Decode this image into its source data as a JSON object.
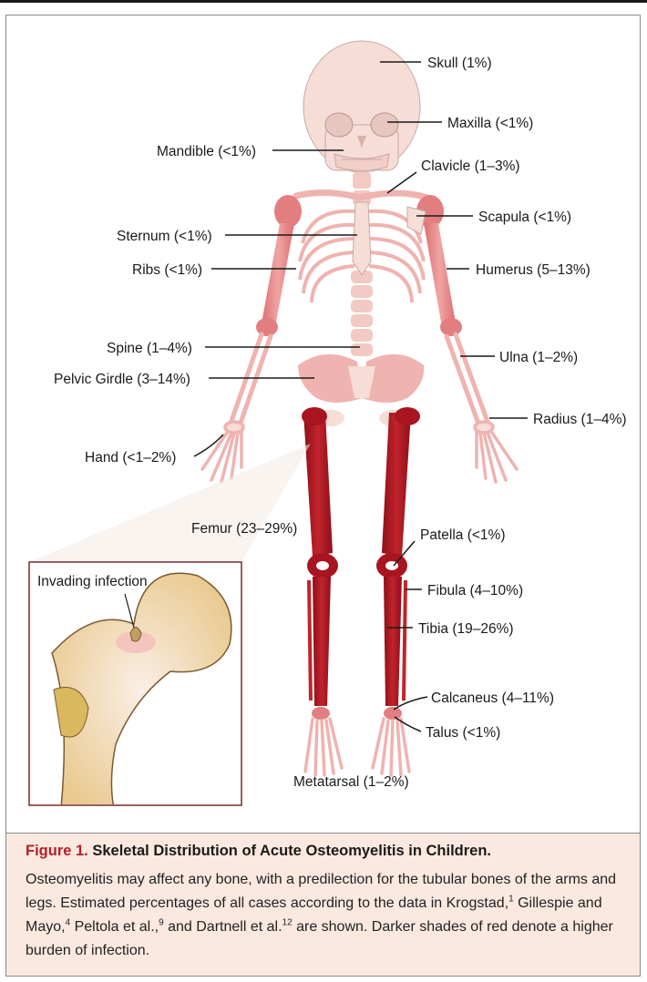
{
  "labels": {
    "skull": "Skull (1%)",
    "maxilla": "Maxilla (<1%)",
    "mandible": "Mandible (<1%)",
    "clavicle": "Clavicle (1–3%)",
    "scapula": "Scapula (<1%)",
    "sternum": "Sternum (<1%)",
    "humerus": "Humerus (5–13%)",
    "ribs": "Ribs (<1%)",
    "spine": "Spine (1–4%)",
    "ulna": "Ulna (1–2%)",
    "pelvic_girdle": "Pelvic Girdle (3–14%)",
    "radius": "Radius (1–4%)",
    "hand": "Hand (<1–2%)",
    "femur": "Femur (23–29%)",
    "patella": "Patella (<1%)",
    "fibula": "Fibula (4–10%)",
    "tibia": "Tibia (19–26%)",
    "calcaneus": "Calcaneus (4–11%)",
    "talus": "Talus (<1%)",
    "metatarsal": "Metatarsal (1–2%)"
  },
  "inset": {
    "label": "Invading infection"
  },
  "caption": {
    "number": "Figure 1.",
    "title": "Skeletal Distribution of Acute Osteomyelitis in Children.",
    "body_part1": "Osteomyelitis may affect any bone, with a predilection for the tubular bones of the arms and legs. Estimated percentages of all cases according to the data in Krogstad,",
    "ref1": "1",
    "body_part2": " Gillespie and Mayo,",
    "ref2": "4",
    "body_part3": " Peltola et al.,",
    "ref3": "9",
    "body_part4": " and Dartnell et al.",
    "ref4": "12",
    "body_part5": " are shown. Darker shades of red denote a higher burden of infection."
  },
  "colors": {
    "bone_light": "#f6ddd6",
    "bone_pink": "#efb3b0",
    "bone_mid": "#e27e80",
    "bone_dark": "#a8141f",
    "caption_accent": "#b51e29",
    "caption_bg": "#fbe9df"
  }
}
